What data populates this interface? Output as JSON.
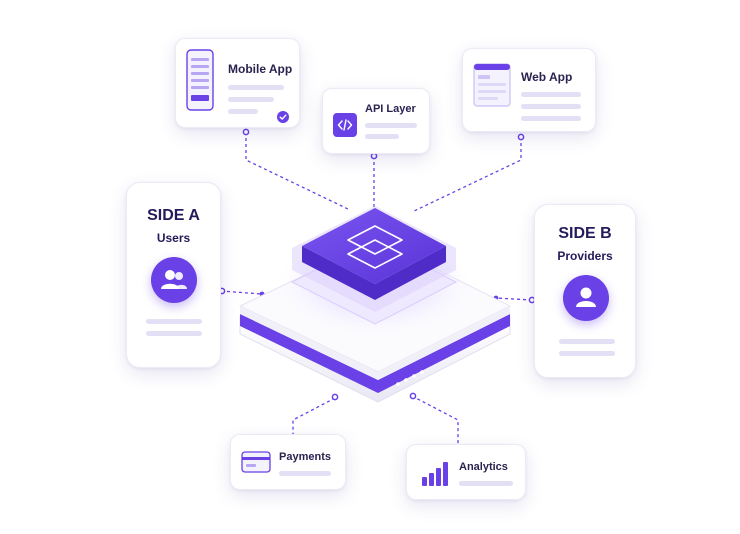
{
  "side_a": {
    "title": "SIDE A",
    "subtitle": "Users"
  },
  "side_b": {
    "title": "SIDE B",
    "subtitle": "Providers"
  },
  "cards": {
    "mobile_app": "Mobile App",
    "api_layer": "API Layer",
    "web_app": "Web App",
    "payments": "Payments",
    "analytics": "Analytics"
  },
  "colors": {
    "accent": "#6941e6",
    "accent_light": "#e6defc",
    "text": "#231b5a"
  },
  "icons": {
    "mobile_app": "phone-icon",
    "api_layer": "code-icon",
    "web_app": "browser-icon",
    "payments": "card-icon",
    "analytics": "bar-chart-icon",
    "side_a": "users-icon",
    "side_b": "user-icon",
    "platform": "layers-icon"
  }
}
